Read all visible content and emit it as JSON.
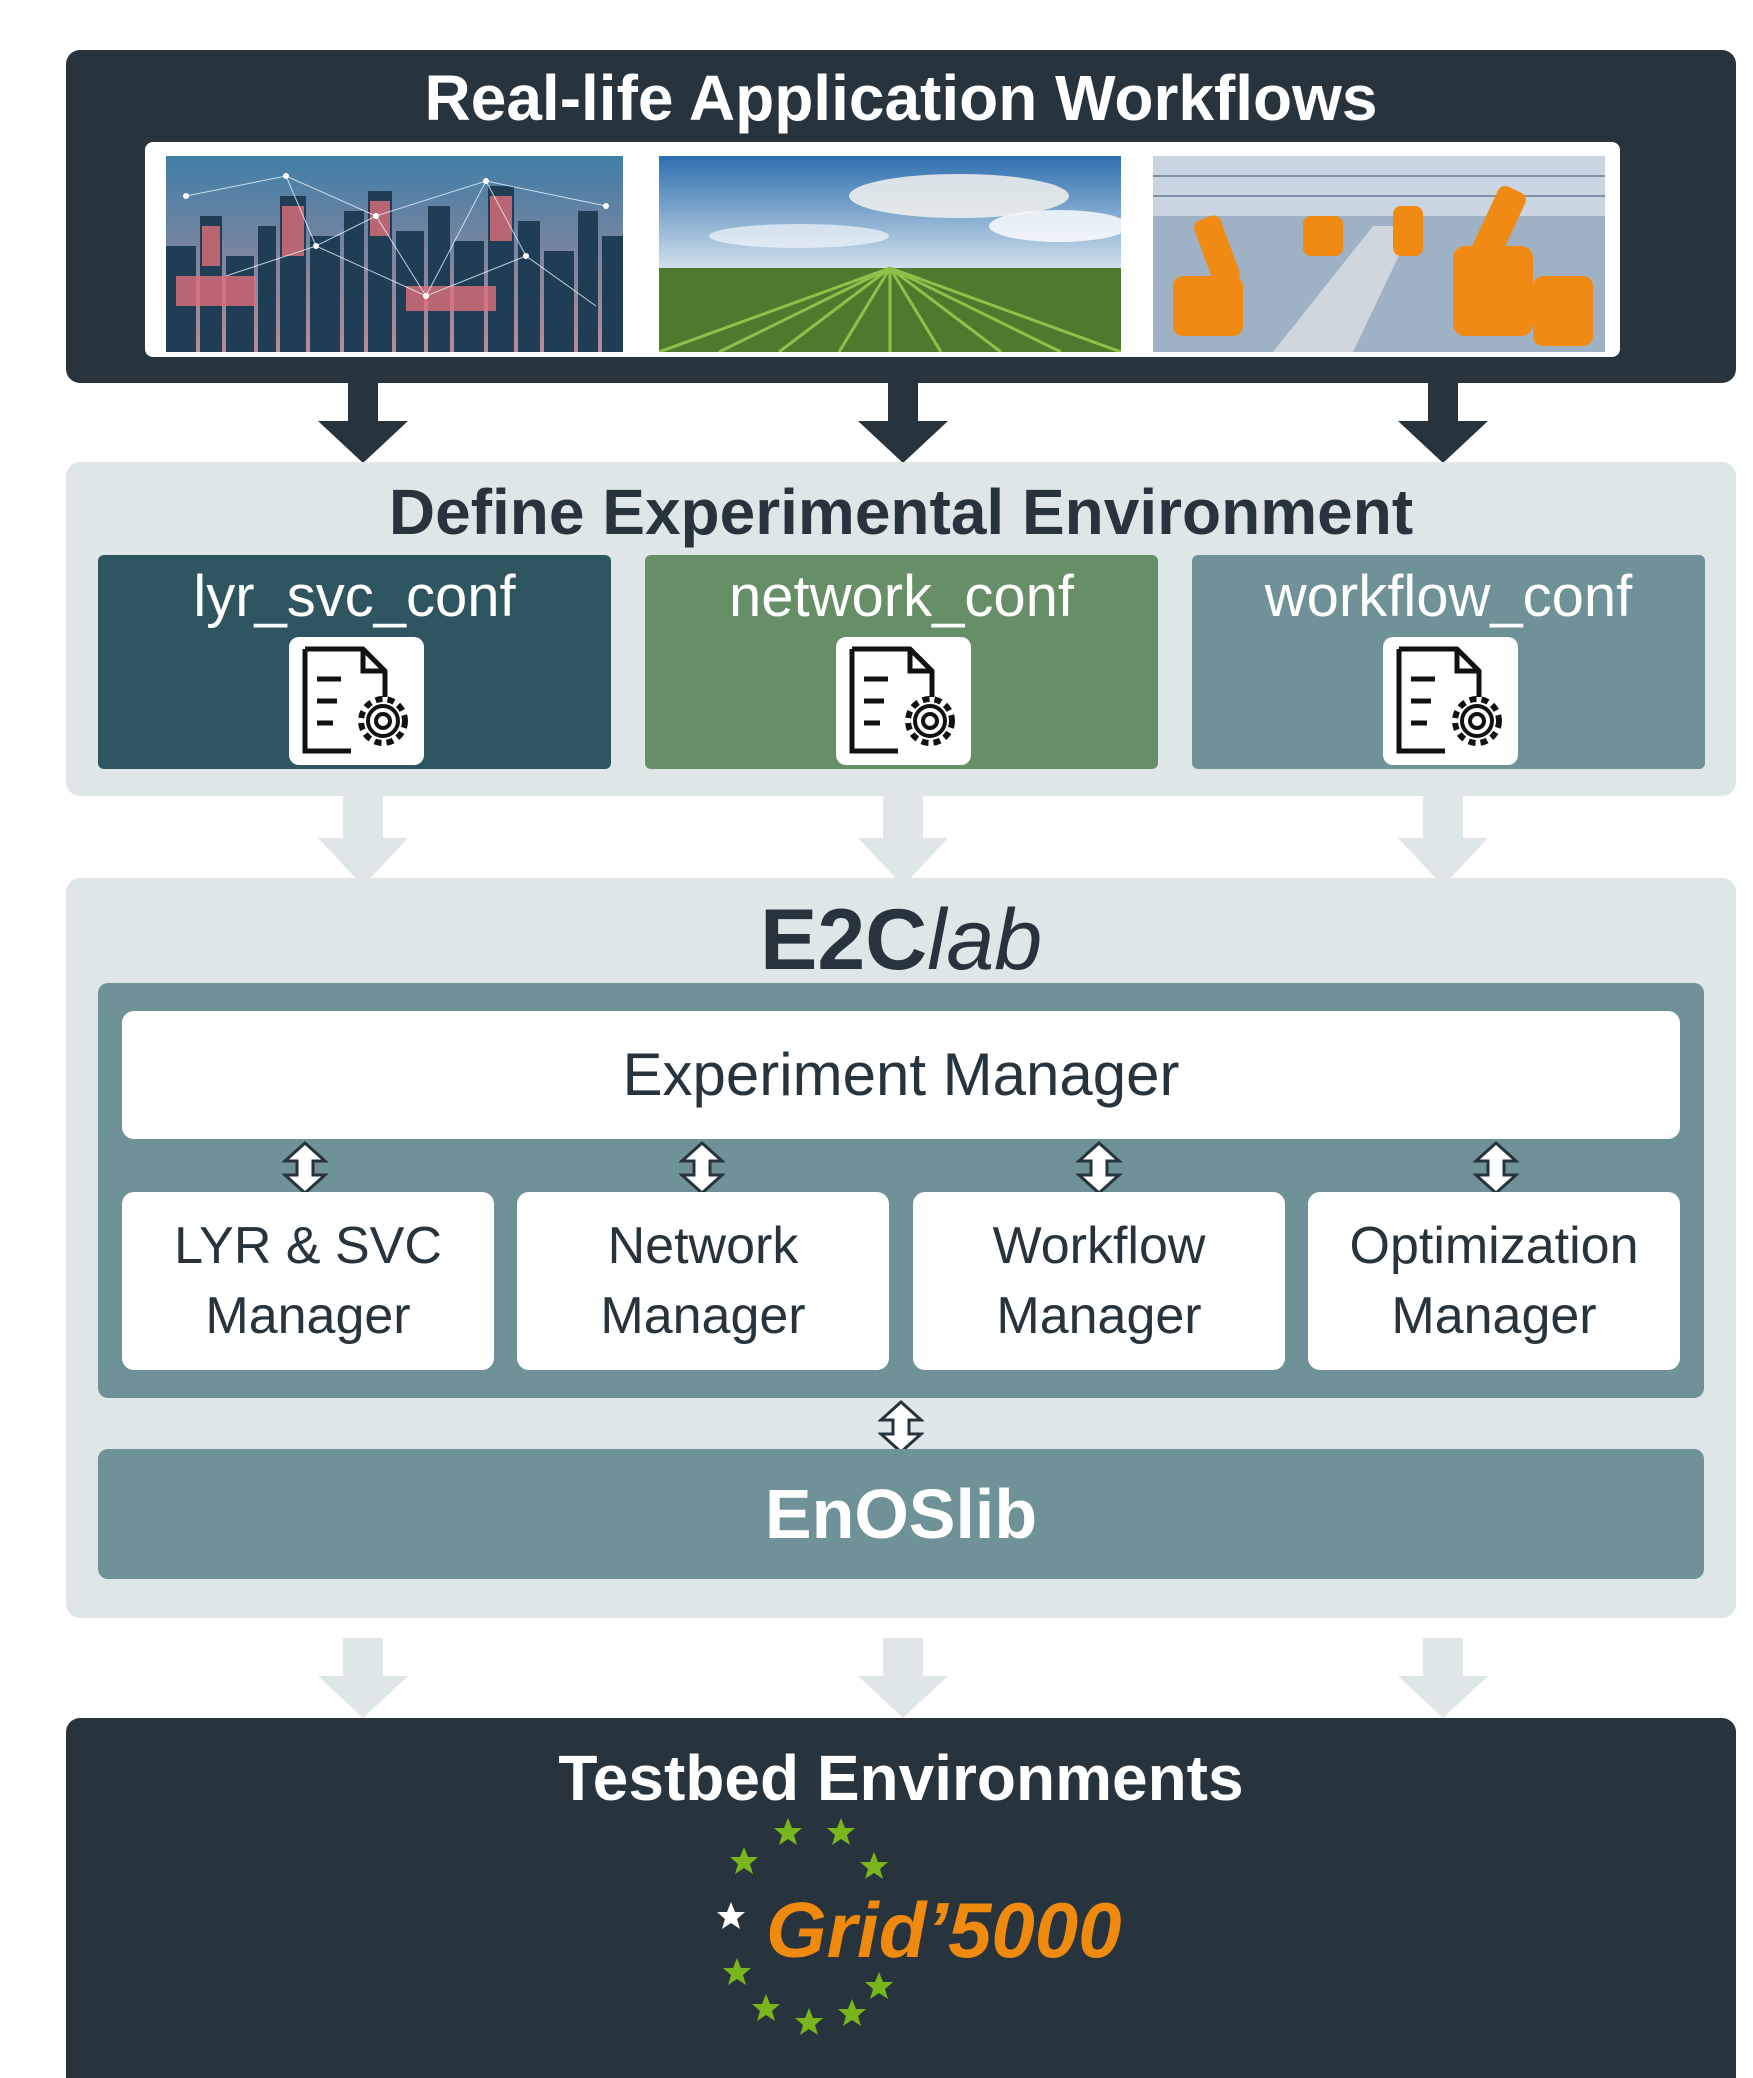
{
  "top": {
    "title": "Real-life Application Workflows",
    "images": [
      "smart-city-photo",
      "crop-field-photo",
      "robotic-arms-factory-photo"
    ]
  },
  "define": {
    "title": "Define Experimental Environment",
    "configs": [
      {
        "label": "lyr_svc_conf",
        "color": "#2f5660"
      },
      {
        "label": "network_conf",
        "color": "#668f67"
      },
      {
        "label": "workflow_conf",
        "color": "#6e9297"
      }
    ]
  },
  "e2clab": {
    "title_bold": "E2C",
    "title_italic": "lab",
    "experiment_manager": "Experiment Manager",
    "managers": [
      {
        "line1": "LYR & SVC",
        "line2": "Manager"
      },
      {
        "line1": "Network",
        "line2": "Manager"
      },
      {
        "line1": "Workflow",
        "line2": "Manager"
      },
      {
        "line1": "Optimization",
        "line2": "Manager"
      }
    ],
    "enoslib": "EnOSlib"
  },
  "testbed": {
    "title": "Testbed Environments",
    "logo_text": "Grid’5000"
  },
  "colors": {
    "dark": "#27343d",
    "light_panel": "#dfe6e8",
    "steel": "#6e9297",
    "accent_orange": "#ef8a0e",
    "star_green": "#7ab51d"
  }
}
